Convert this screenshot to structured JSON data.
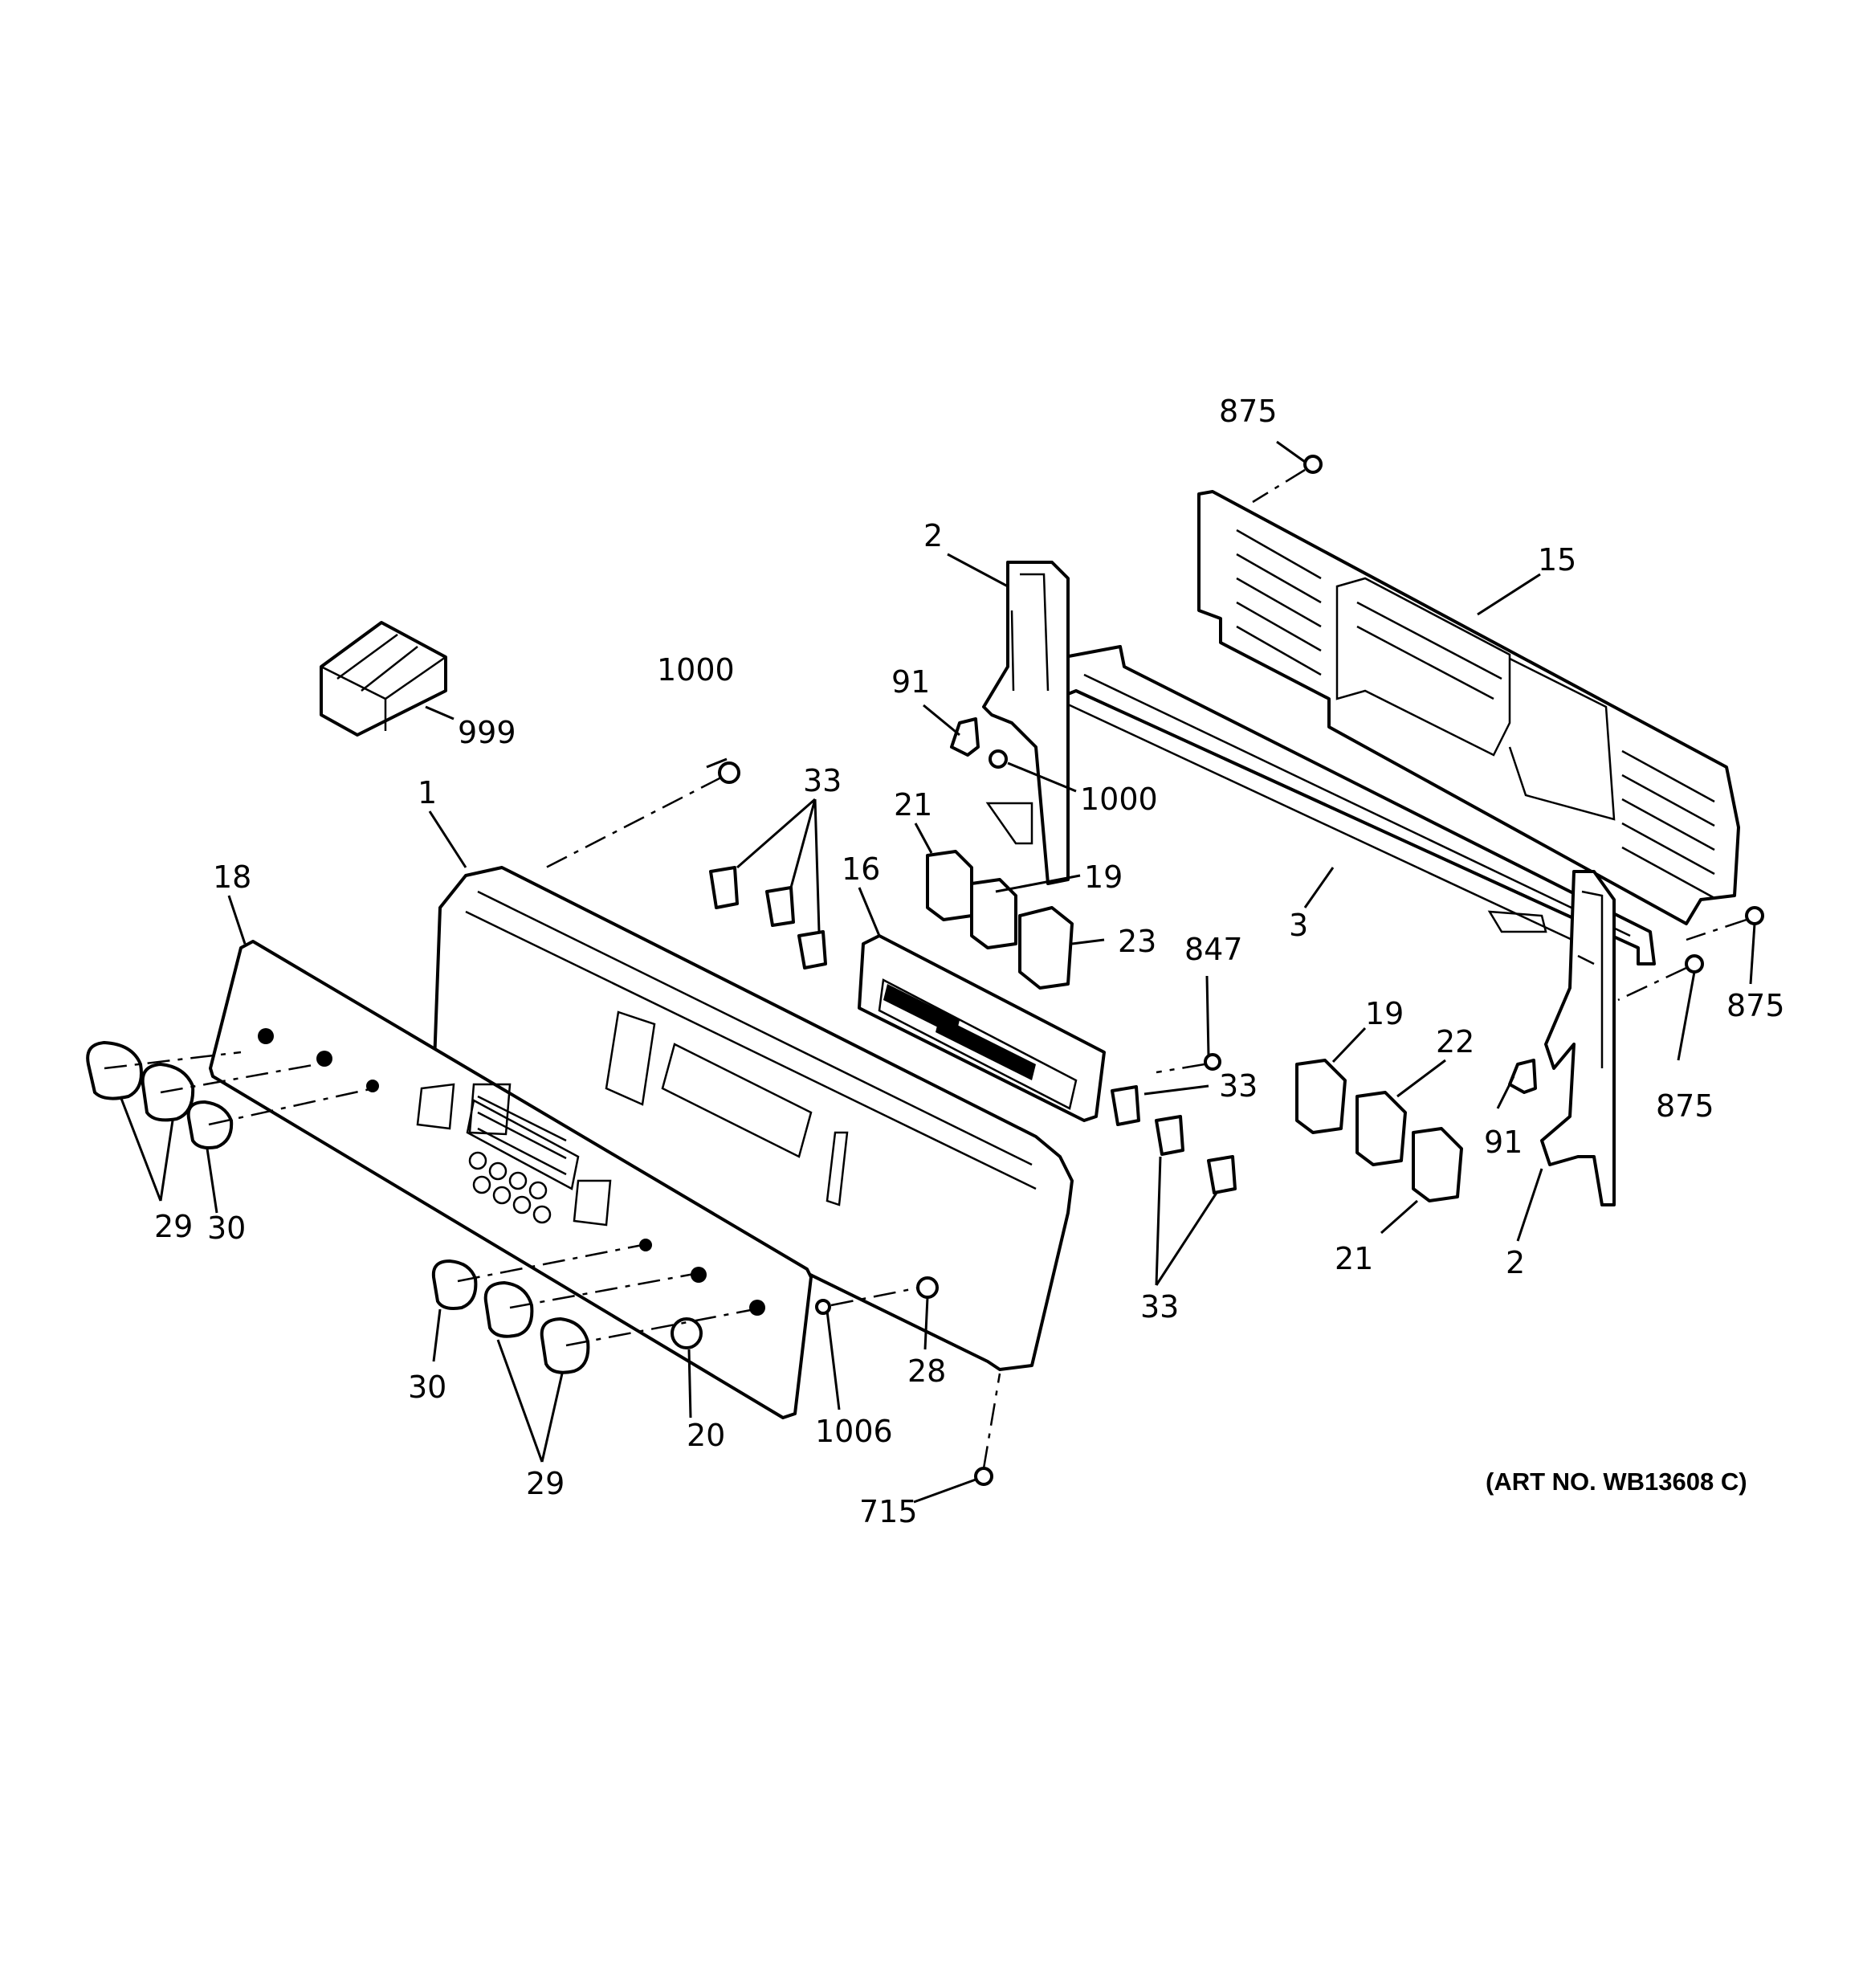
{
  "diagram": {
    "art_number": "(ART NO. WB13608 C)",
    "callouts": {
      "c875a": "875",
      "c2a": "2",
      "c15": "15",
      "c91a": "91",
      "c1000a": "1000",
      "c1000b": "1000",
      "c999": "999",
      "c33a": "33",
      "c21a": "21",
      "c1": "1",
      "c16": "16",
      "c19a": "19",
      "c18": "18",
      "c23": "23",
      "c847": "847",
      "c3": "3",
      "c875b": "875",
      "c875c": "875",
      "c19b": "19",
      "c22": "22",
      "c33b": "33",
      "c91b": "91",
      "c29a": "29",
      "c30a": "30",
      "c2b": "2",
      "c21b": "21",
      "c33c": "33",
      "c28": "28",
      "c30b": "30",
      "c20": "20",
      "c1006": "1006",
      "c29b": "29",
      "c715": "715"
    }
  }
}
